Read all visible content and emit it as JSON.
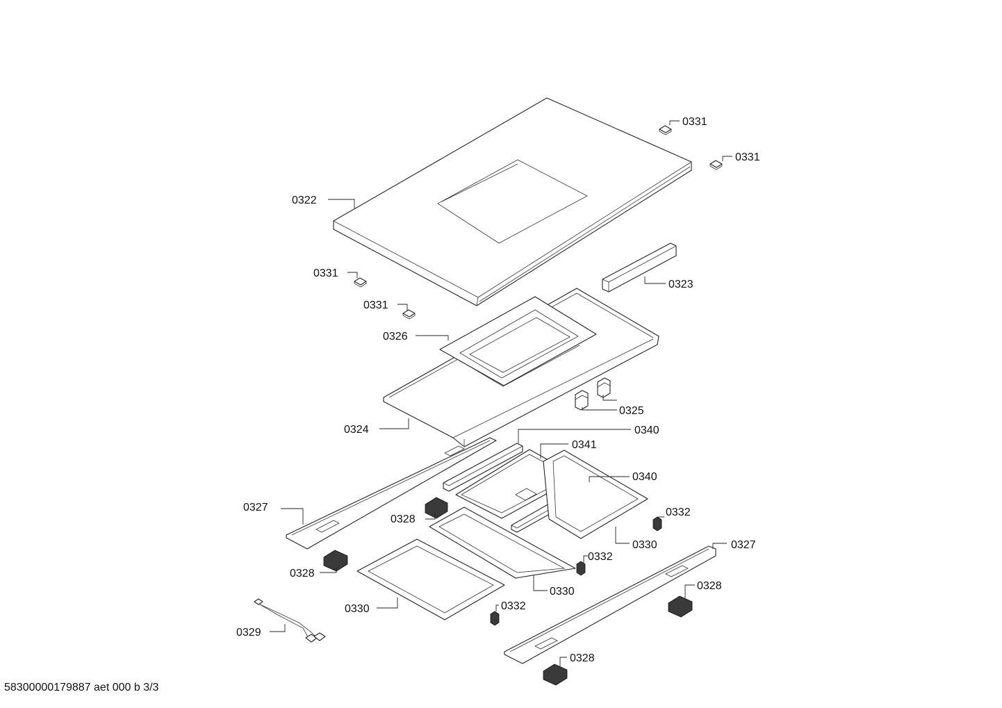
{
  "labels": {
    "l1": "0331",
    "l2": "0331",
    "l3": "0322",
    "l4": "0331",
    "l5": "0323",
    "l6": "0331",
    "l7": "0326",
    "l8": "0325",
    "l9": "0324",
    "l10": "0340",
    "l11": "0341",
    "l12": "0340",
    "l13": "0327",
    "l14": "0332",
    "l15": "0328",
    "l16": "0330",
    "l17": "0327",
    "l18": "0332",
    "l19": "0328",
    "l20": "0330",
    "l21": "0328",
    "l22": "0330",
    "l23": "0332",
    "l24": "0329",
    "l25": "0328"
  },
  "footer": "58300000179887 aet 000 b 3/3"
}
